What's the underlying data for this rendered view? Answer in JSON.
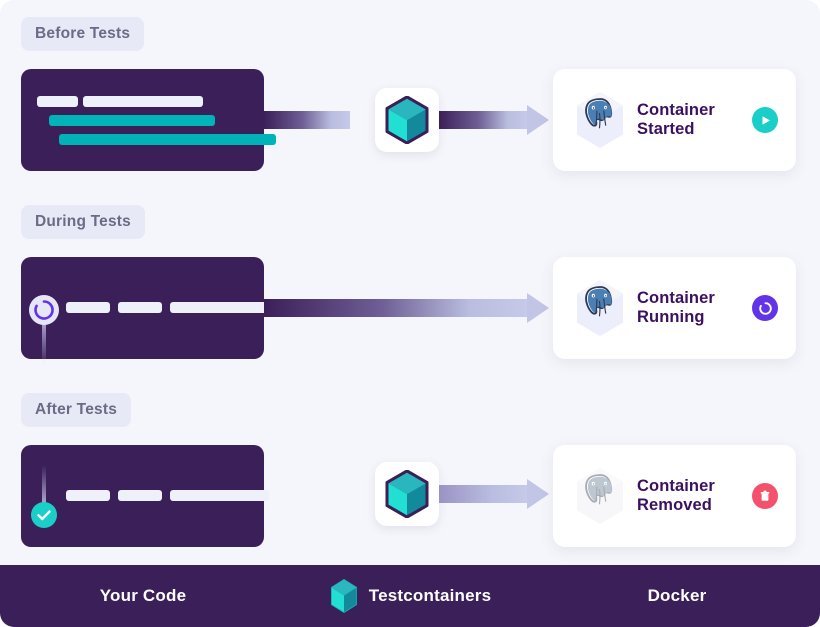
{
  "canvas": {
    "background": "#f5f6fb",
    "accent_teal": "#19cfc8",
    "accent_purple": "#6233e8",
    "accent_red": "#f4516c",
    "dark_purple": "#3b1f58"
  },
  "rows": [
    {
      "chip_label": "Before Tests",
      "code_icon": "none",
      "show_cube": true,
      "cube_icon": "testcontainers-cube-icon",
      "db_icon": "postgresql-elephant-icon",
      "db_faded": false,
      "status_line1": "Container",
      "status_line2": "Started",
      "badge_icon": "play-icon",
      "badge_color": "#19cfc8"
    },
    {
      "chip_label": "During Tests",
      "code_icon": "spinner-icon",
      "show_cube": false,
      "cube_icon": "testcontainers-cube-icon",
      "db_icon": "postgresql-elephant-icon",
      "db_faded": false,
      "status_line1": "Container",
      "status_line2": "Running",
      "badge_icon": "spinner-icon",
      "badge_color": "#6233e8"
    },
    {
      "chip_label": "After Tests",
      "code_icon": "check-circle-icon",
      "show_cube": true,
      "cube_icon": "testcontainers-cube-icon",
      "db_icon": "postgresql-elephant-icon",
      "db_faded": true,
      "status_line1": "Container",
      "status_line2": "Removed",
      "badge_icon": "trash-icon",
      "badge_color": "#f4516c"
    }
  ],
  "footer": {
    "left_label": "Your Code",
    "center_label": "Testcontainers",
    "center_icon": "testcontainers-cube-icon",
    "right_label": "Docker"
  }
}
